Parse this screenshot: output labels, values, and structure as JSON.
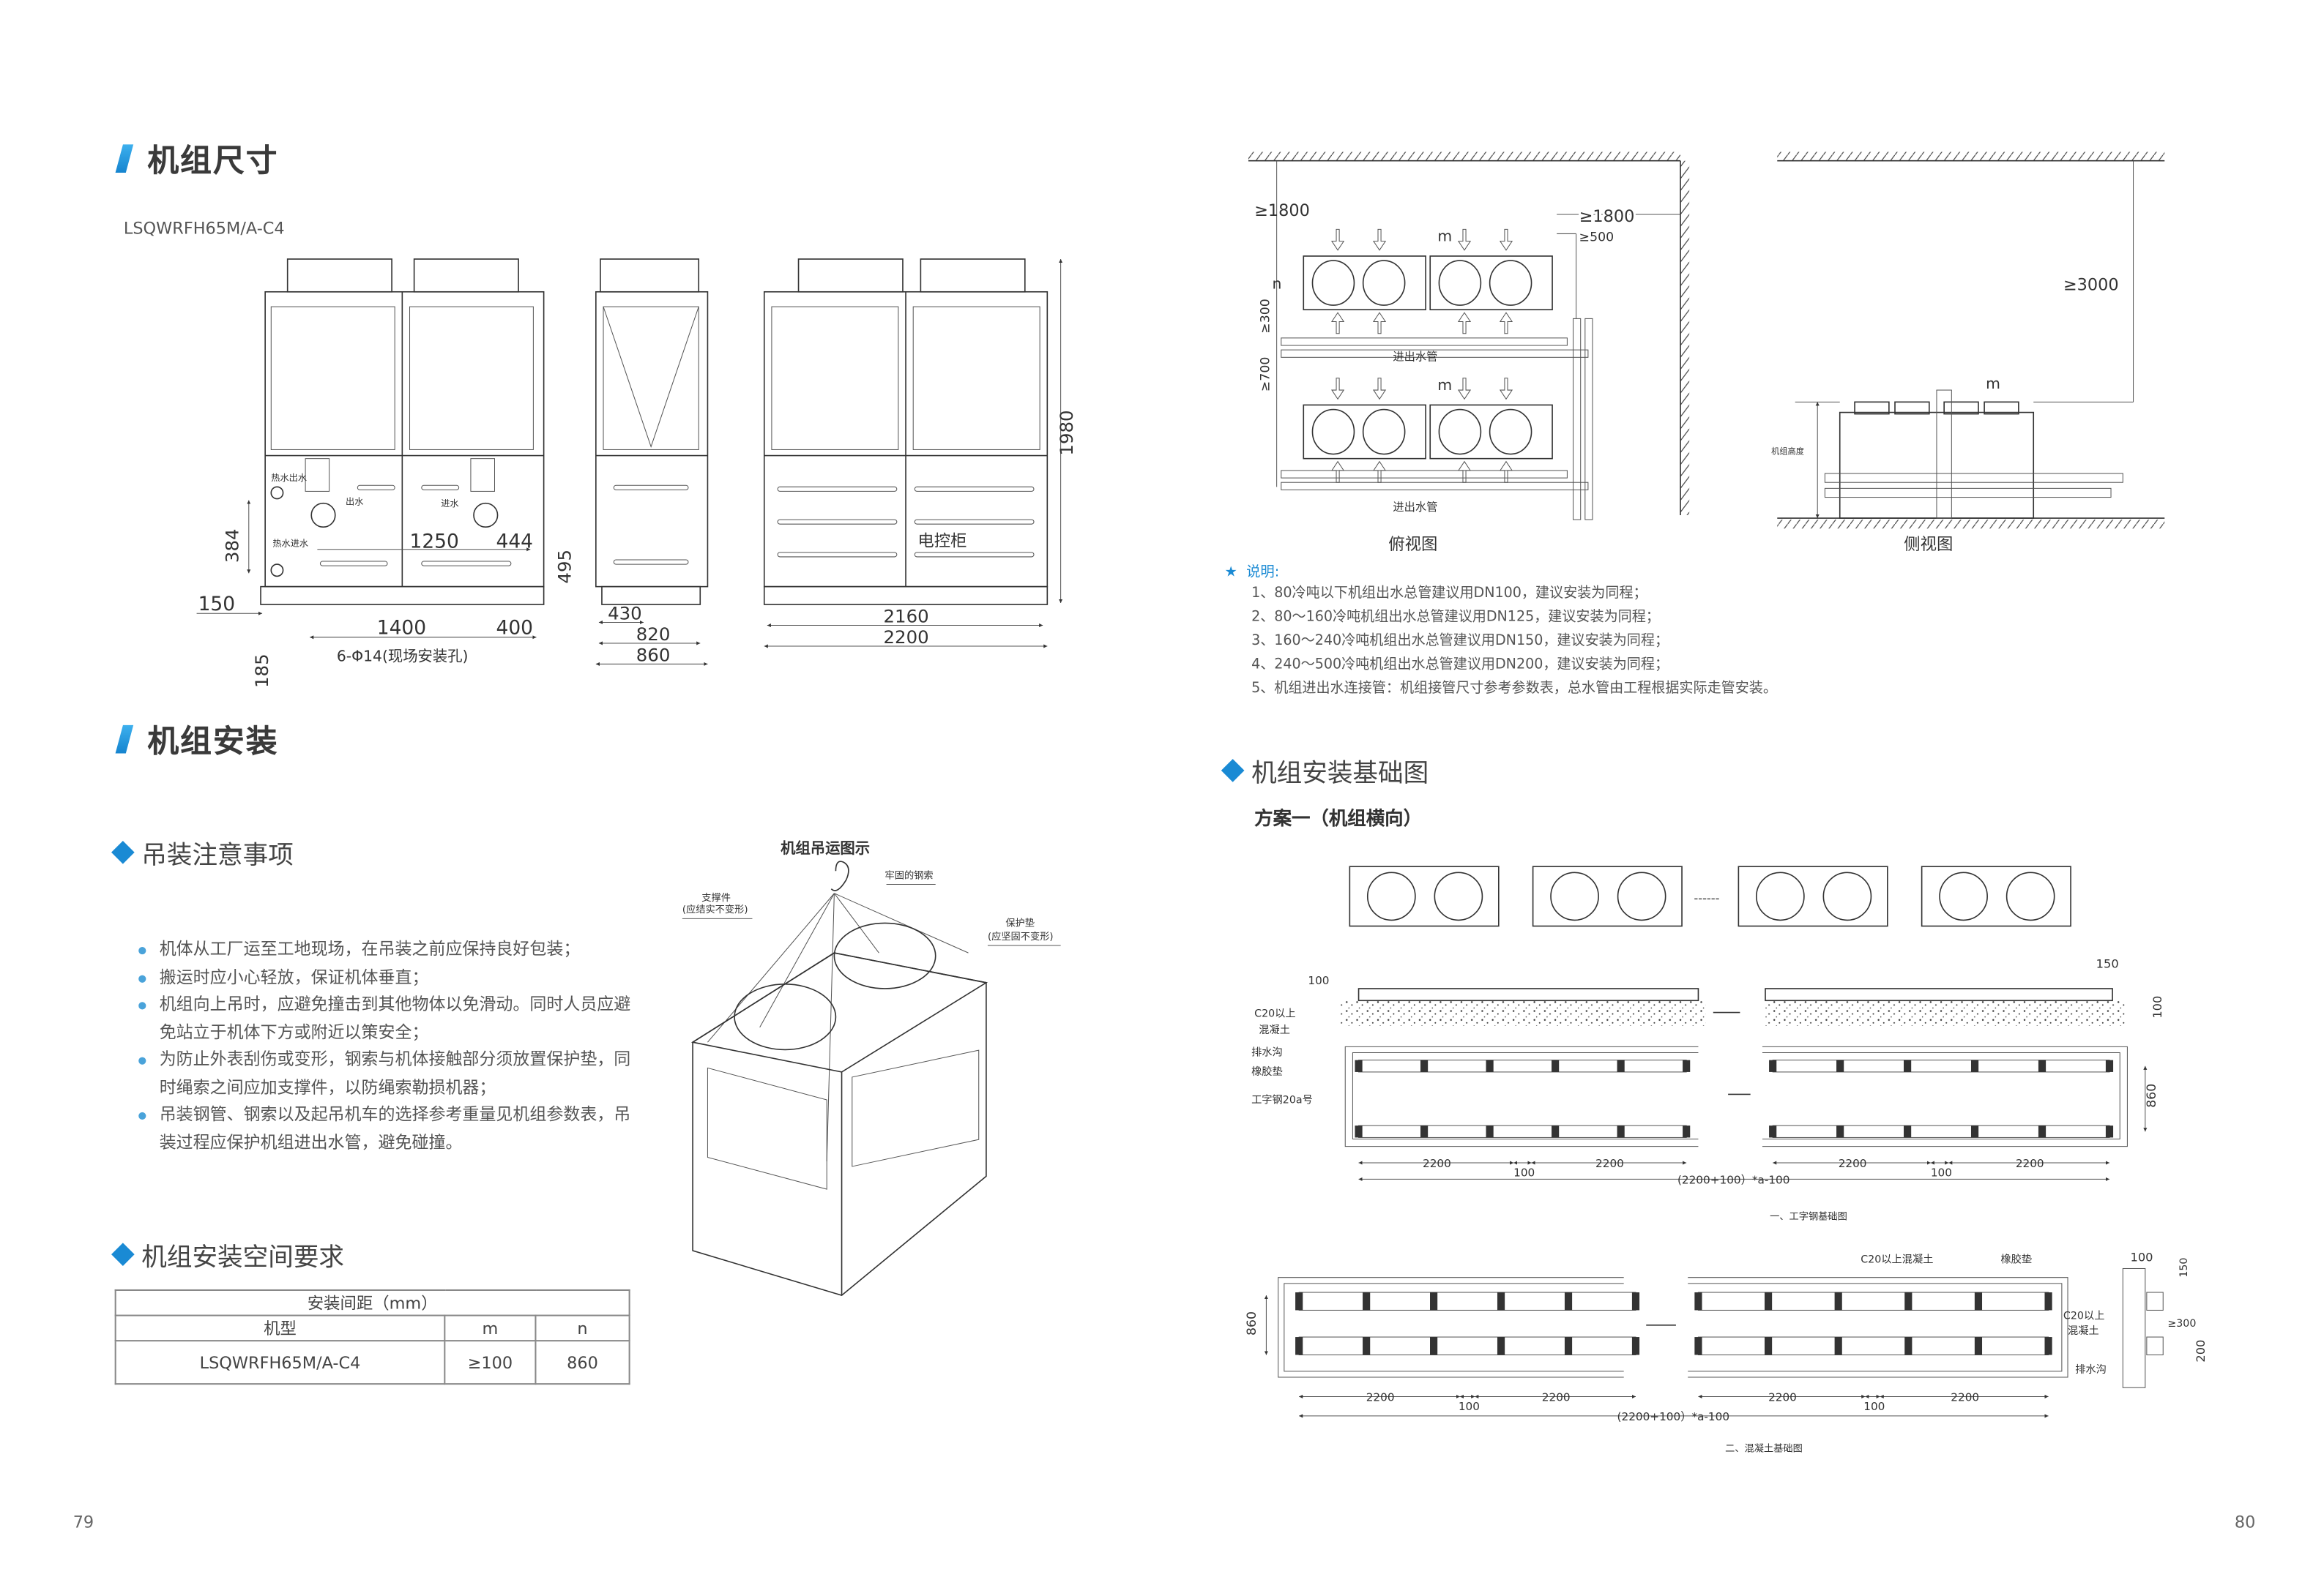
{
  "left_page": {
    "section1_title": "机组尺寸",
    "model": "LSQWRFH65M/A-C4",
    "dimension_drawing": {
      "labels": {
        "hot_out": "热水出水",
        "out": "出水",
        "in": "进水",
        "hot_in": "热水进水",
        "control": "电控柜"
      },
      "dims": {
        "d150": "150",
        "d1400": "1400",
        "d400": "400",
        "d185": "185",
        "d384": "384",
        "d1250": "1250",
        "d444": "444",
        "d495": "495",
        "d430": "430",
        "d820": "820",
        "d860": "860",
        "d2160": "2160",
        "d2200": "2200",
        "d1980": "1980",
        "holes": "6-Φ14(现场安装孔)"
      }
    },
    "section2_title": "机组安装",
    "lifting": {
      "title": "吊装注意事项",
      "bullets": [
        "机体从工厂运至工地现场，在吊装之前应保持良好包装；",
        "搬运时应小心轻放，保证机体垂直；",
        "机组向上吊时，应避免撞击到其他物体以免滑动。同时人员应避免站立于机体下方或附近以策安全；",
        "为防止外表刮伤或变形，钢索与机体接触部分须放置保护垫，同时绳索之间应加支撑件，以防绳索勒损机器；",
        "吊装钢管、钢索以及起吊机车的选择参考重量见机组参数表，吊装过程应保护机组进出水管，避免碰撞。"
      ],
      "diagram": {
        "title": "机组吊运图示",
        "support": "支撑件",
        "support_note": "(应结实不变形)",
        "cable": "牢固的钢索",
        "pad": "保护垫",
        "pad_note": "(应坚固不变形)"
      }
    },
    "space": {
      "title": "机组安装空间要求",
      "table": {
        "caption": "安装间距（mm）",
        "headers": [
          "机型",
          "m",
          "n"
        ],
        "rows": [
          [
            "LSQWRFH65M/A-C4",
            "≥100",
            "860"
          ]
        ]
      }
    },
    "page_number": "79"
  },
  "right_page": {
    "top_view": {
      "ge1800a": "≥1800",
      "ge1800b": "≥1800",
      "ge500": "≥500",
      "n": "n",
      "ge300": "≥300",
      "ge700": "≥700",
      "m": "m",
      "pipe": "进出水管",
      "caption": "俯视图"
    },
    "side_view": {
      "ge3000": "≥3000",
      "m": "m",
      "height": "机组高度",
      "caption": "侧视图"
    },
    "notes": {
      "title": "说明:",
      "items": [
        "1、80冷吨以下机组出水总管建议用DN100，建议安装为同程；",
        "2、80～160冷吨机组出水总管建议用DN125，建议安装为同程；",
        "3、160～240冷吨机组出水总管建议用DN150，建议安装为同程；",
        "4、240～500冷吨机组出水总管建议用DN200，建议安装为同程；",
        "5、机组进出水连接管：机组接管尺寸参考参数表，总水管由工程根据实际走管安装。"
      ]
    },
    "foundation": {
      "title": "机组安装基础图",
      "plan": "方案一（机组横向）",
      "dots": "------",
      "steel": {
        "d100": "100",
        "d150": "150",
        "d100v": "100",
        "c20a": "C20以上",
        "c20b": "混凝土",
        "drain": "排水沟",
        "rubber": "橡胶垫",
        "ibeam": "工字钢20a号",
        "d860": "860",
        "d2200": "2200",
        "gap": "100",
        "total": "(2200+100）*a-100",
        "caption": "一、工字钢基础图"
      },
      "concrete": {
        "d860": "860",
        "c20": "C20以上混凝土",
        "rubber": "橡胶垫",
        "d2200": "2200",
        "gap": "100",
        "total": "(2200+100）*a-100",
        "caption": "二、混凝土基础图",
        "det100": "100",
        "det150": "150",
        "det_c20a": "C20以上",
        "det_c20b": "混凝土",
        "det300": "≥300",
        "det200": "200",
        "det_drain": "排水沟"
      }
    },
    "page_number": "80"
  },
  "colors": {
    "accent": "#1a8ad4"
  }
}
